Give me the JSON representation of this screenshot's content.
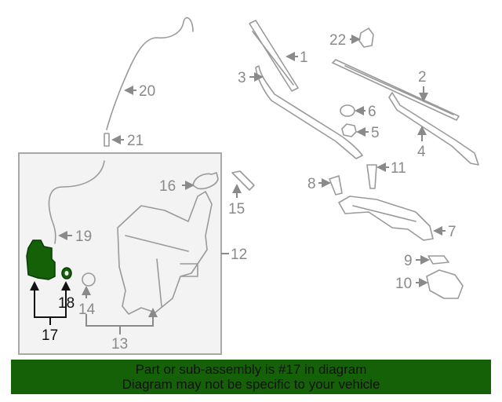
{
  "diagram": {
    "callouts": [
      "1",
      "2",
      "3",
      "4",
      "5",
      "6",
      "7",
      "8",
      "9",
      "10",
      "11",
      "12",
      "13",
      "14",
      "15",
      "16",
      "17",
      "18",
      "19",
      "20",
      "21",
      "22"
    ],
    "highlight_color": "#156108",
    "highlighted_part": "17"
  },
  "banner": {
    "line1": "Part or sub-assembly is #17 in diagram",
    "line2": "Diagram may not be specific to your vehicle"
  }
}
